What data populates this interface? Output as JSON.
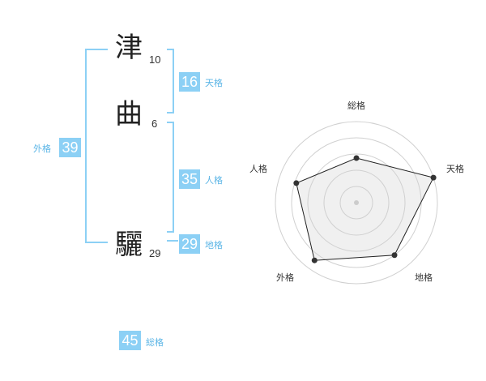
{
  "characters": [
    {
      "char": "津",
      "strokes": "10"
    },
    {
      "char": "曲",
      "strokes": "6"
    },
    {
      "char": "驪",
      "strokes": "29"
    }
  ],
  "fortunes": {
    "tenkaku": {
      "value": "16",
      "label": "天格"
    },
    "jinkaku": {
      "value": "35",
      "label": "人格"
    },
    "chikaku": {
      "value": "29",
      "label": "地格"
    },
    "gaikaku": {
      "value": "39",
      "label": "外格"
    },
    "soukaku": {
      "value": "45",
      "label": "総格"
    }
  },
  "radar": {
    "axes": [
      "総格",
      "天格",
      "地格",
      "外格",
      "人格"
    ],
    "values": [
      0.55,
      1.0,
      0.8,
      0.88,
      0.78
    ],
    "colors": {
      "fill": "#f0f0f0",
      "line": "#222222",
      "ring": "#d0d0d0"
    }
  },
  "colors": {
    "accent": "#8cd0f5",
    "accent_text": "#5bb5e6"
  }
}
